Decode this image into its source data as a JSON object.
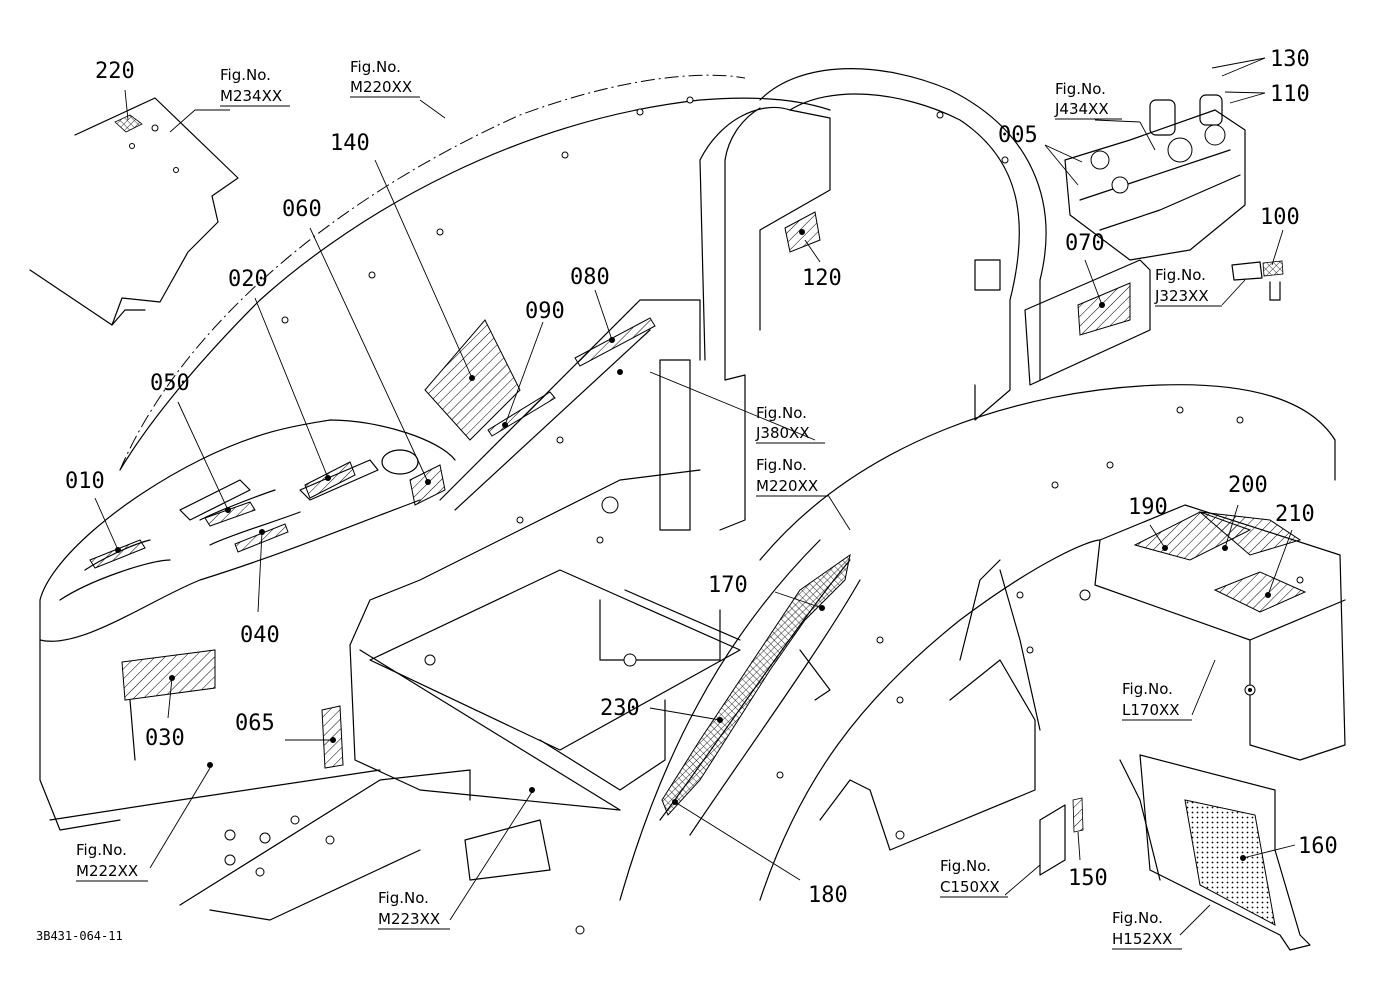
{
  "drawing_code": "3B431-064-11",
  "part_labels": {
    "p005": "005",
    "p010": "010",
    "p020": "020",
    "p030": "030",
    "p040": "040",
    "p050": "050",
    "p060": "060",
    "p065": "065",
    "p070": "070",
    "p080": "080",
    "p090": "090",
    "p100": "100",
    "p110": "110",
    "p120": "120",
    "p130": "130",
    "p140": "140",
    "p150": "150",
    "p160": "160",
    "p170": "170",
    "p180": "180",
    "p190": "190",
    "p200": "200",
    "p210": "210",
    "p220": "220",
    "p230": "230"
  },
  "figure_refs": {
    "prefix": "Fig.No.",
    "m234": "M234XX",
    "m220a": "M220XX",
    "j434": "J434XX",
    "j323": "J323XX",
    "j380": "J380XX",
    "m220b": "M220XX",
    "l170": "L170XX",
    "m222": "M222XX",
    "m223": "M223XX",
    "c150": "C150XX",
    "h152": "H152XX"
  }
}
